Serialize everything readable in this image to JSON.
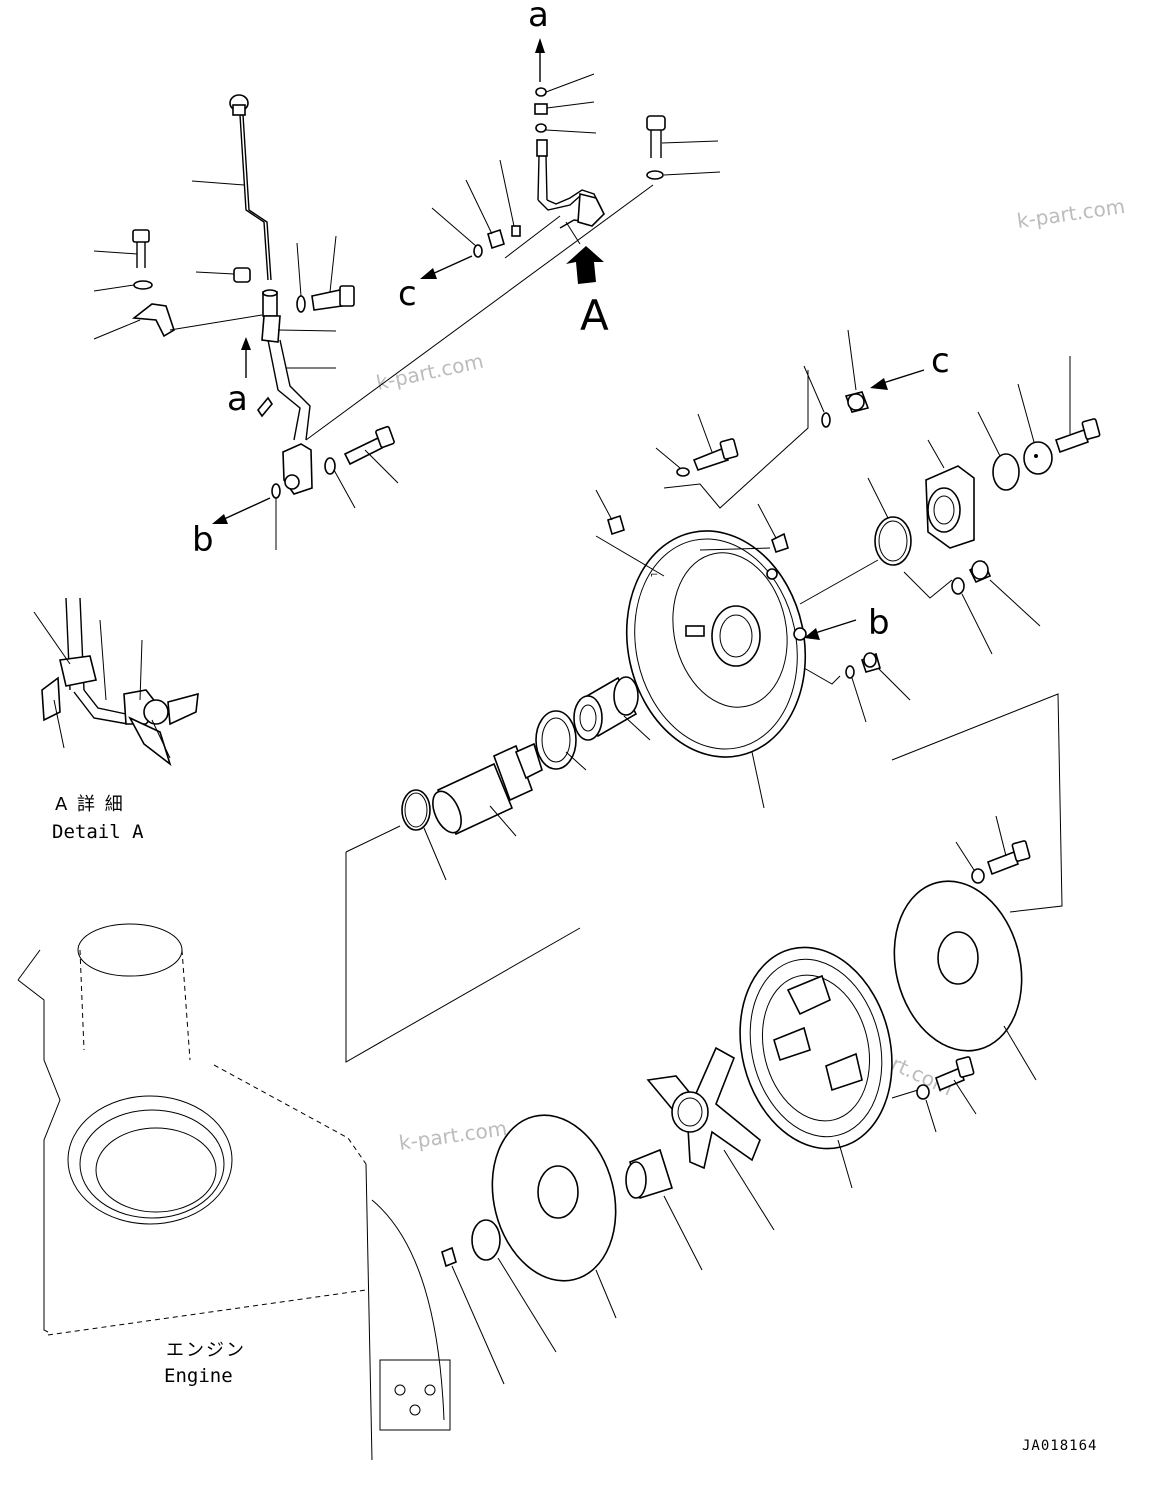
{
  "arrow_labels": {
    "a_top": "a",
    "a_left": "a",
    "b_left": "b",
    "b_right": "b",
    "c_left": "c",
    "c_right": "c",
    "view_A": "A"
  },
  "detail": {
    "title_jp": "A 詳 細",
    "title_en": "Detail A"
  },
  "engine": {
    "label_jp": "エンジン",
    "label_en": "Engine"
  },
  "watermarks": [
    "k-part.com",
    "k-part.com",
    "k-part.com",
    "k-part.com"
  ],
  "drawing_number": "JA018164",
  "colors": {
    "line": "#000000",
    "background": "#ffffff",
    "watermark": "#bcbcbc"
  }
}
